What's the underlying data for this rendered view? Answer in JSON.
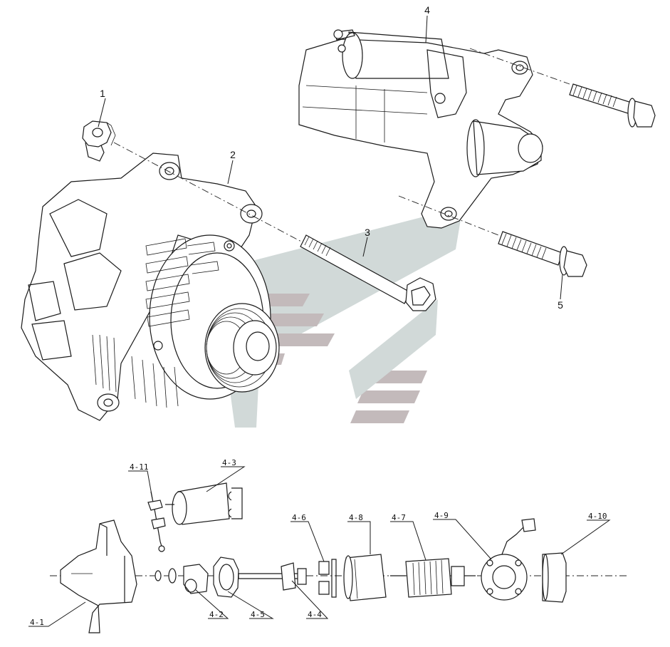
{
  "watermark": {
    "color_light": "#c9d3d2",
    "color_dark": "#b9aeb0"
  },
  "callouts": {
    "c1": "1",
    "c2": "2",
    "c3": "3",
    "c4": "4",
    "c5": "5",
    "c4_1": "4-1",
    "c4_2": "4-2",
    "c4_3": "4-3",
    "c4_4": "4-4",
    "c4_5": "4-5",
    "c4_6": "4-6",
    "c4_7": "4-7",
    "c4_8": "4-8",
    "c4_9": "4-9",
    "c4_10": "4-10",
    "c4_11": "4-11"
  }
}
